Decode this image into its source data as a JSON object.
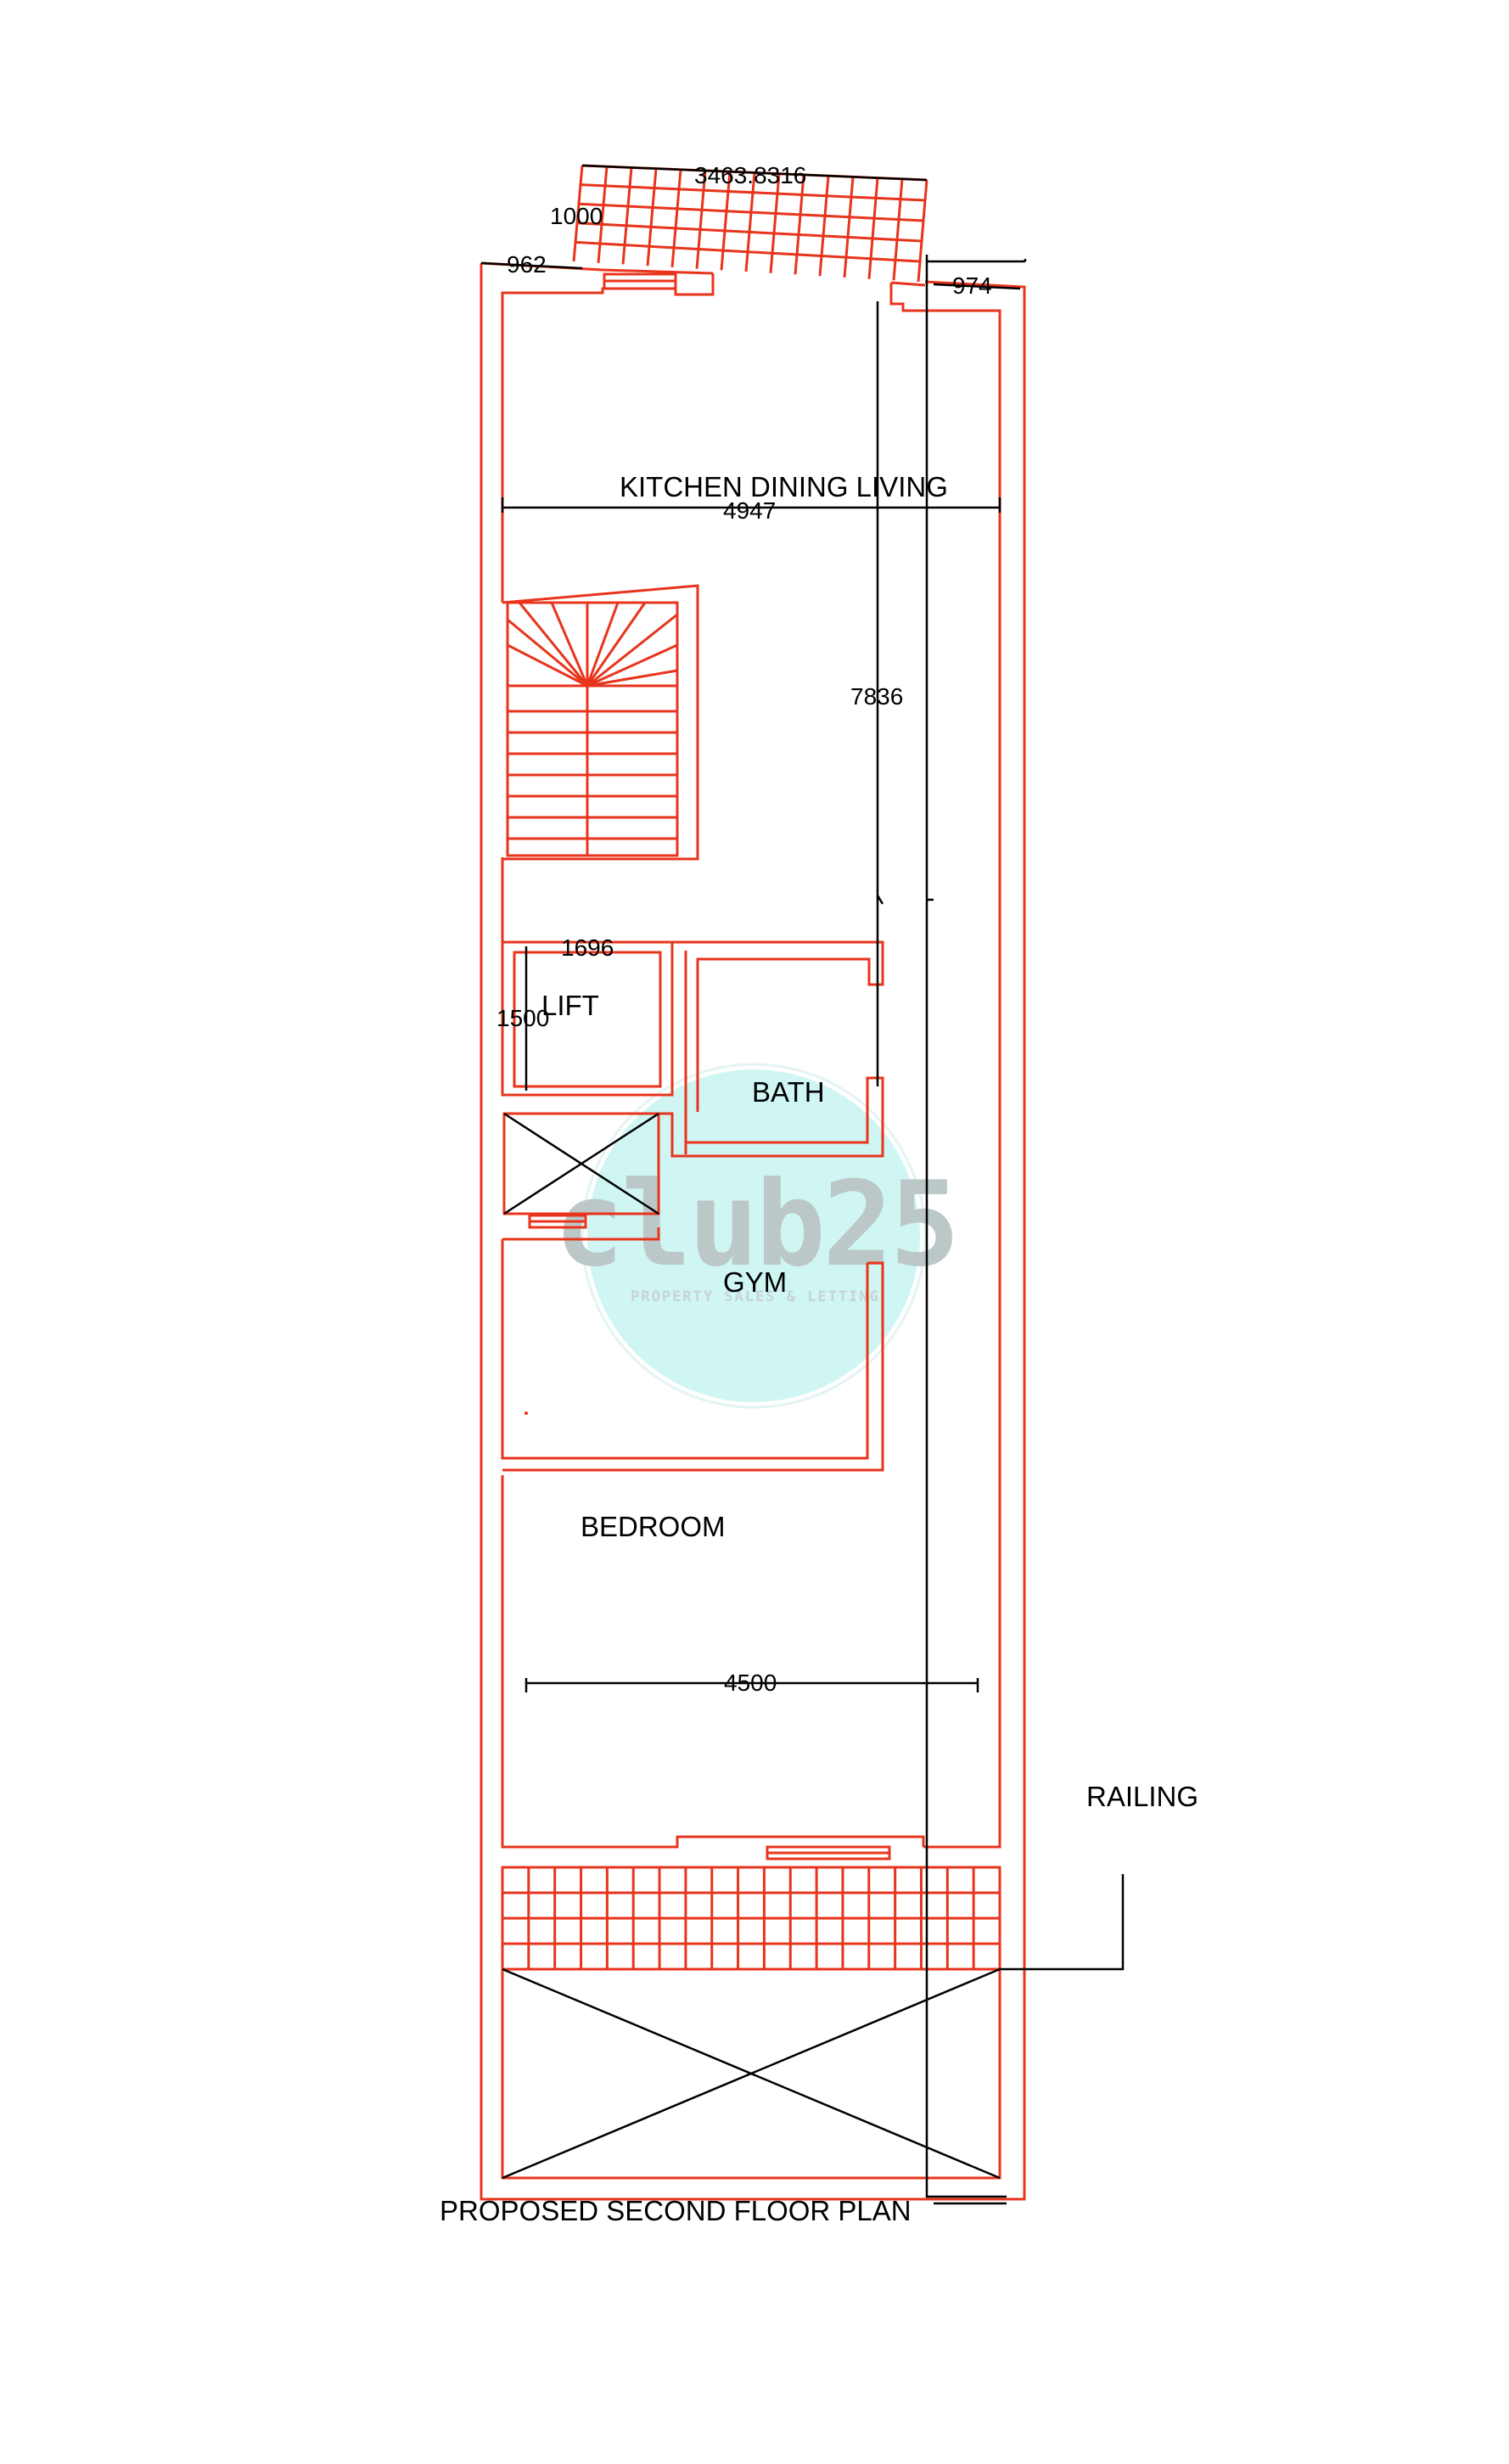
{
  "title": "PROPOSED SECOND FLOOR PLAN",
  "rooms": {
    "kitchen": "KITCHEN DINING LIVING",
    "lift": "LIFT",
    "bath": "BATH",
    "gym": "GYM",
    "bedroom": "BEDROOM"
  },
  "annotations": {
    "railing": "RAILING"
  },
  "dimensions": {
    "balcony_length": "3463.8316",
    "balcony_depth": "1000",
    "front_left_wall": "962",
    "front_right_wall": "974",
    "kitchen_width": "4947",
    "overall_length": "7836",
    "lift_width": "1696",
    "lift_depth": "1500",
    "bedroom_width": "4500"
  },
  "watermark": {
    "brand": "club25",
    "tagline": "PROPERTY SALES & LETTING"
  },
  "colors": {
    "wall_lines": "#e8341c",
    "dimension_lines": "#000000",
    "watermark_circle": "#cff6f3",
    "background": "#ffffff"
  }
}
